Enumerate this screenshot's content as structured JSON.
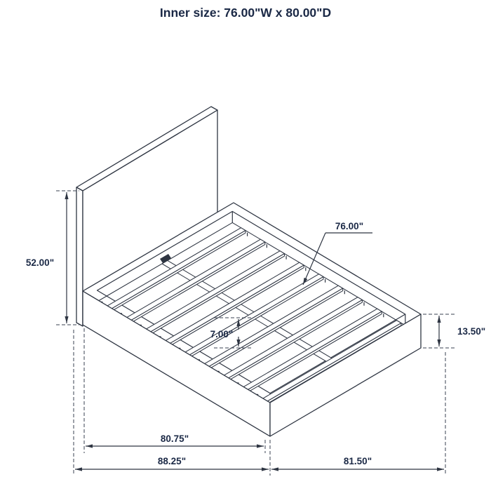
{
  "diagram": {
    "name": "bed-frame-dimension-diagram",
    "title": "Inner size: 76.00\"W x 80.00\"D",
    "dims": {
      "headboard_height": "52.00\"",
      "slat_length": "76.00\"",
      "slat_gap": "7.00\"",
      "rail_height": "13.50\"",
      "inner_length": "80.75\"",
      "overall_depth": "88.25\"",
      "overall_width": "81.50\""
    },
    "colors": {
      "text": "#1b2946",
      "line": "#2e3542",
      "background": "#ffffff"
    }
  }
}
